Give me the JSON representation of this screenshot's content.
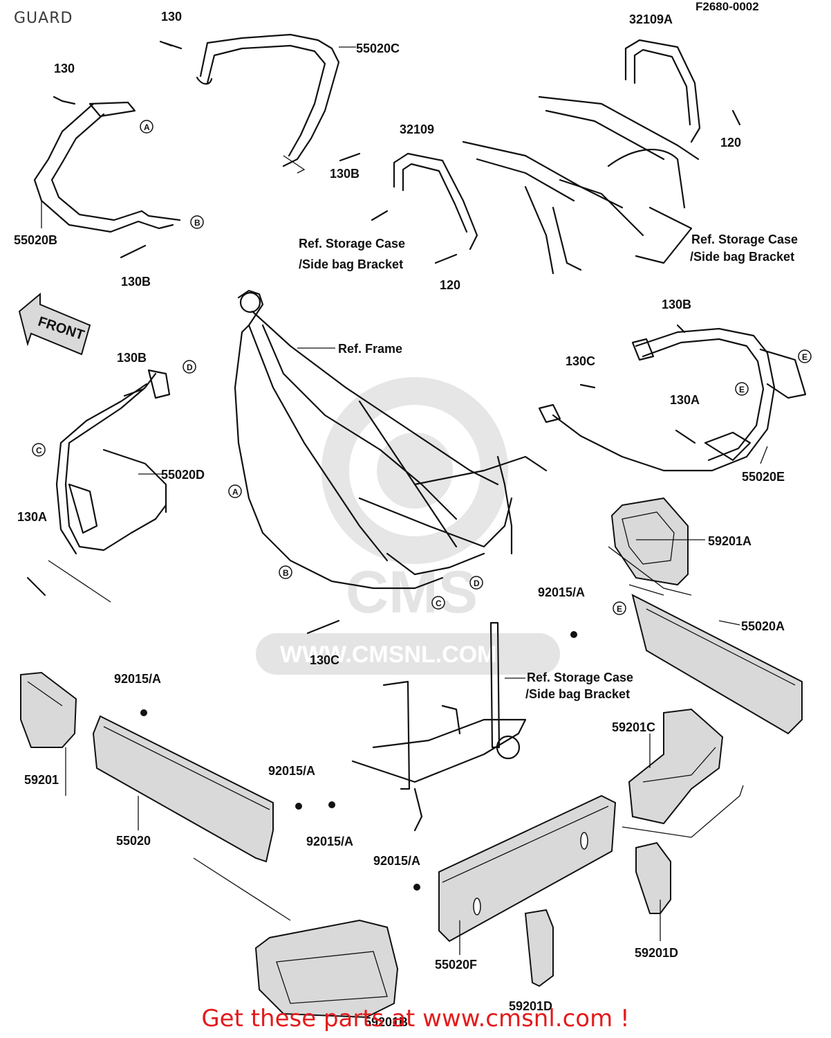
{
  "header": {
    "title": "GUARD",
    "figure_code": "F2680-0002"
  },
  "footer": {
    "cta": "Get these parts at www.cmsnl.com !"
  },
  "watermark": {
    "brand": "CMS",
    "url": "WWW.CMSNL.COM"
  },
  "front_arrow": {
    "label": "FRONT"
  },
  "labels": {
    "p55020C": "55020C",
    "p130a": "130",
    "p130b": "130",
    "p32109A": "32109A",
    "p55020B": "55020B",
    "p130B_1": "130B",
    "p130B_2": "130B",
    "p32109": "32109",
    "p120_1": "120",
    "p120_2": "120",
    "p130B_3": "130B",
    "p130B_4": "130B",
    "p130C_1": "130C",
    "p130A_1": "130A",
    "p55020E": "55020E",
    "p55020D": "55020D",
    "p130A_2": "130A",
    "p59201A": "59201A",
    "p92015A_1": "92015/A",
    "p55020A": "55020A",
    "p130C_2": "130C",
    "p92015A_2": "92015/A",
    "p59201": "59201",
    "p55020": "55020",
    "p92015A_3": "92015/A",
    "p92015A_4": "92015/A",
    "p92015A_5": "92015/A",
    "p59201C": "59201C",
    "p55020F": "55020F",
    "p59201D_1": "59201D",
    "p59201D_2": "59201D",
    "p59201B": "59201B"
  },
  "refs": {
    "storage1_l1": "Ref. Storage Case",
    "storage1_l2": "/Side bag Bracket",
    "storage2_l1": "Ref. Storage Case",
    "storage2_l2": "/Side bag Bracket",
    "storage3_l1": "Ref. Storage Case",
    "storage3_l2": "/Side bag Bracket",
    "frame": "Ref. Frame"
  },
  "markers": {
    "A": "A",
    "B": "B",
    "C": "C",
    "D": "D",
    "E": "E"
  }
}
